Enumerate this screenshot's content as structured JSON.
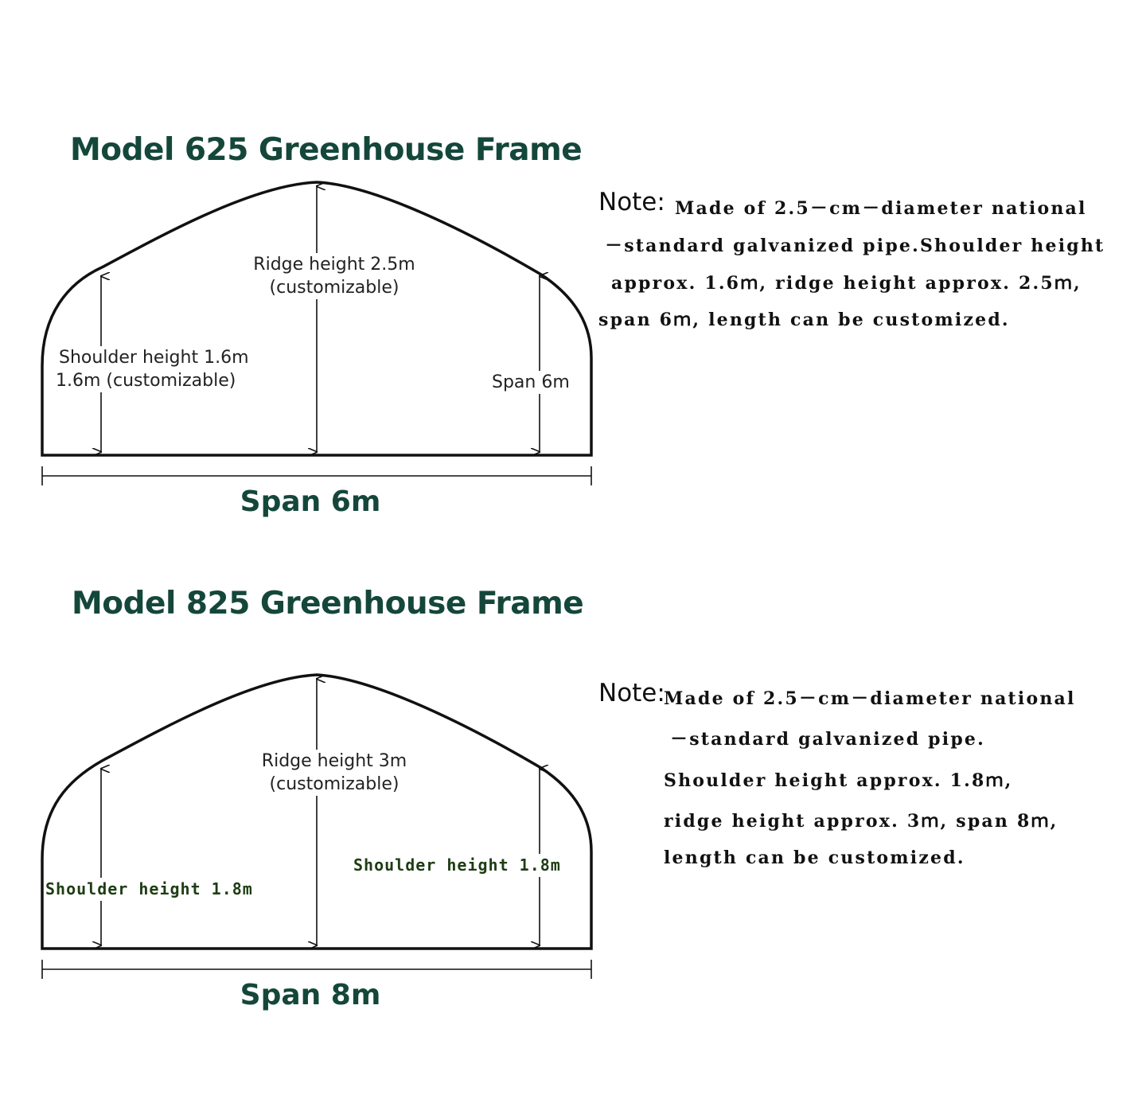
{
  "models": [
    {
      "title": "Model 625 Greenhouse Frame",
      "labels": {
        "ridge": [
          "Ridge height 2.5m",
          "(customizable)"
        ],
        "left": [
          "Shoulder height 1.6m",
          "1.6m (customizable)"
        ],
        "right": [
          "Span 6m"
        ]
      },
      "span": "Span 6m",
      "note_label": "Note:",
      "note_lines": [
        "Made of 2.5－cm－diameter national",
        "－standard galvanized pipe.Shoulder height",
        "approx. 1.6ｍ, ridge height approx. 2.5ｍ,",
        "span 6ｍ, length can be customized."
      ]
    },
    {
      "title": "Model 825 Greenhouse Frame",
      "labels": {
        "ridge": [
          "Ridge height 3m",
          "(customizable)"
        ],
        "left": [
          "Shoulder height 1.8m"
        ],
        "right": [
          "Shoulder height 1.8m"
        ]
      },
      "span": "Span 8m",
      "note_label": "Note:",
      "note_lines": [
        "Made of 2.5－cm－diameter national",
        "－standard galvanized pipe.",
        "Shoulder height approx. 1.8ｍ,",
        "ridge height approx. 3ｍ, span 8ｍ,",
        "length can be customized."
      ]
    }
  ],
  "colors": {
    "title": "#14473a",
    "frame": "#111111",
    "mono_label": "#1e3d14"
  }
}
